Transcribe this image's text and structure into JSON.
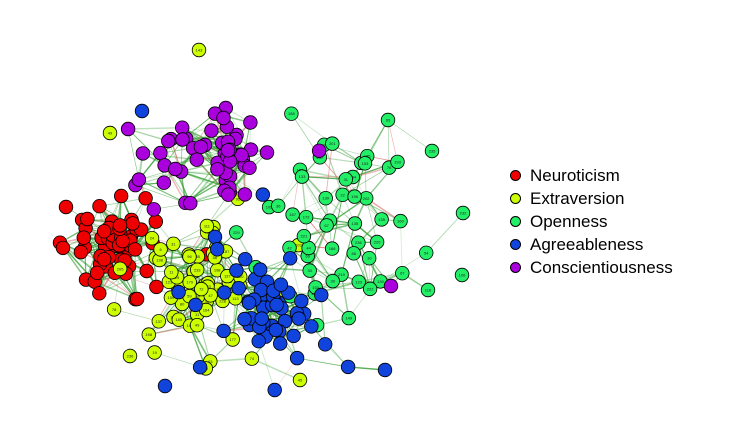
{
  "legend": {
    "items": [
      {
        "label": "Neuroticism",
        "color": "#ee0000",
        "group": "N"
      },
      {
        "label": "Extraversion",
        "color": "#ccff00",
        "group": "E"
      },
      {
        "label": "Openness",
        "color": "#22ee66",
        "group": "O"
      },
      {
        "label": "Agreeableness",
        "color": "#1144dd",
        "group": "A"
      },
      {
        "label": "Conscientiousness",
        "color": "#aa00dd",
        "group": "C"
      }
    ]
  },
  "edge_colors": {
    "positive": "#2a9a2a",
    "negative": "#dd6666"
  }
}
